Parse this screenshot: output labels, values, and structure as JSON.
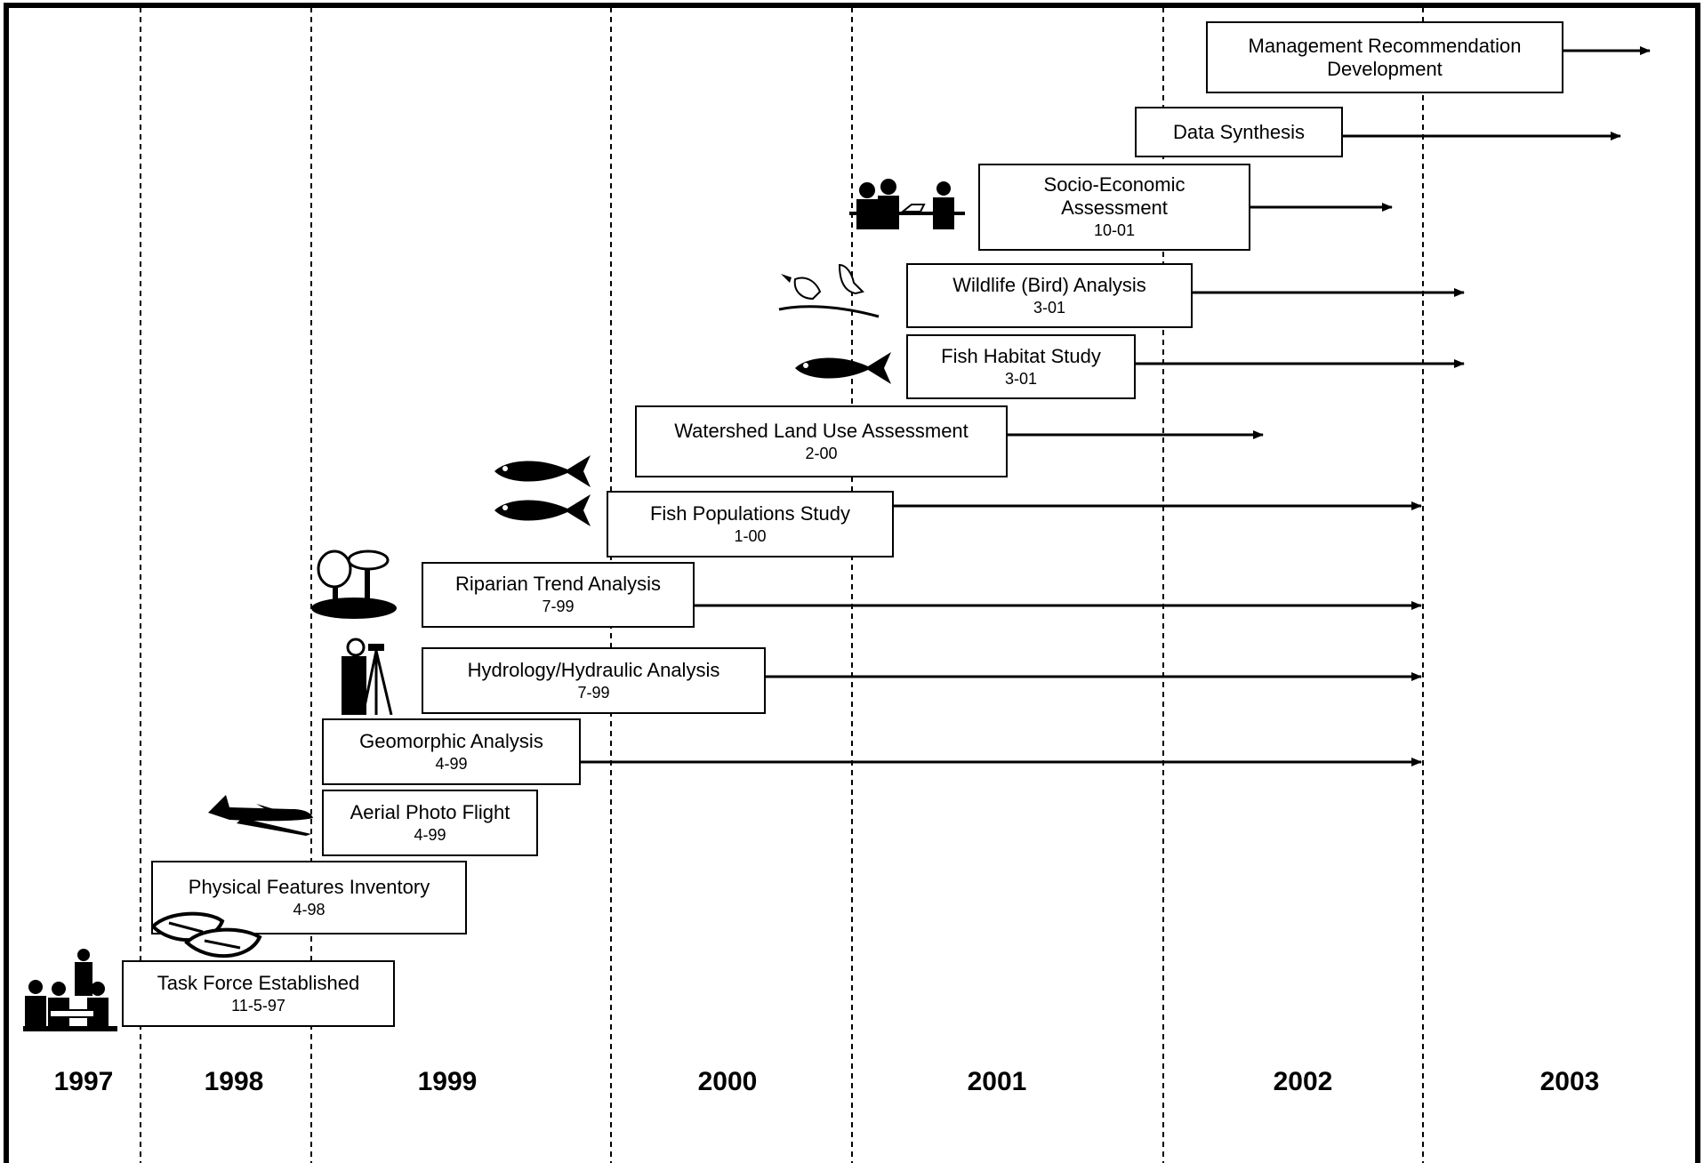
{
  "years": [
    "1997",
    "1998",
    "1999",
    "2000",
    "2001",
    "2002",
    "2003"
  ],
  "tasks": [
    {
      "title": "Management Recommendation",
      "title2": "Development",
      "date": ""
    },
    {
      "title": "Data Synthesis",
      "title2": "",
      "date": ""
    },
    {
      "title": "Socio-Economic",
      "title2": "Assessment",
      "date": "10-01"
    },
    {
      "title": "Wildlife (Bird) Analysis",
      "title2": "",
      "date": "3-01"
    },
    {
      "title": "Fish Habitat Study",
      "title2": "",
      "date": "3-01"
    },
    {
      "title": "Watershed Land Use Assessment",
      "title2": "",
      "date": "2-00"
    },
    {
      "title": "Fish Populations Study",
      "title2": "",
      "date": "1-00"
    },
    {
      "title": "Riparian Trend Analysis",
      "title2": "",
      "date": "7-99"
    },
    {
      "title": "Hydrology/Hydraulic Analysis",
      "title2": "",
      "date": "7-99"
    },
    {
      "title": "Geomorphic Analysis",
      "title2": "",
      "date": "4-99"
    },
    {
      "title": "Aerial Photo Flight",
      "title2": "",
      "date": "4-99"
    },
    {
      "title": "Physical Features Inventory",
      "title2": "",
      "date": "4-98"
    },
    {
      "title": "Task Force Established",
      "title2": "",
      "date": "11-5-97"
    }
  ],
  "icons": [
    "meeting-icon",
    "birds-icon",
    "fish-icon",
    "fish-icon",
    "fish-icon",
    "trees-icon",
    "surveyor-icon",
    "airplane-icon",
    "boats-icon",
    "task-force-icon"
  ]
}
